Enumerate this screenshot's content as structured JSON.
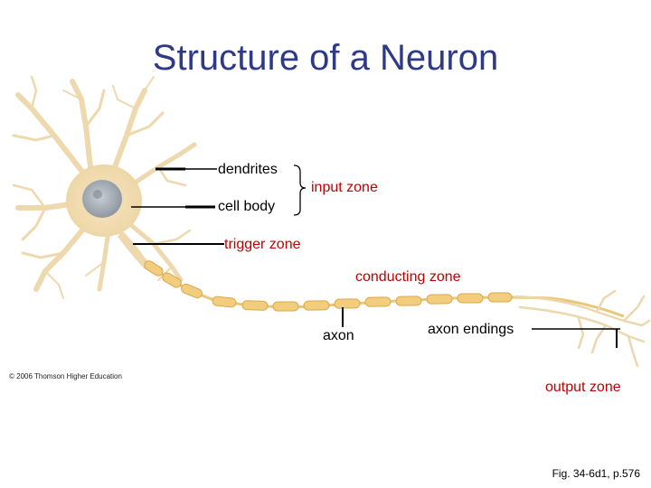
{
  "title": "Structure of a Neuron",
  "labels": {
    "dendrites": "dendrites",
    "cell_body": "cell body",
    "input_zone": "input zone",
    "trigger_zone": "trigger zone",
    "conducting_zone": "conducting zone",
    "axon": "axon",
    "axon_endings": "axon endings",
    "output_zone": "output zone"
  },
  "copyright": "© 2006 Thomson Higher Education",
  "figure_ref": "Fig. 34-6d1, p.576",
  "colors": {
    "title": "#2e3a86",
    "zone_label": "#c00000",
    "neuron_body": "#f2d9a8",
    "nucleus": "#a8b0b8",
    "myelin": "#f3cd7e"
  }
}
